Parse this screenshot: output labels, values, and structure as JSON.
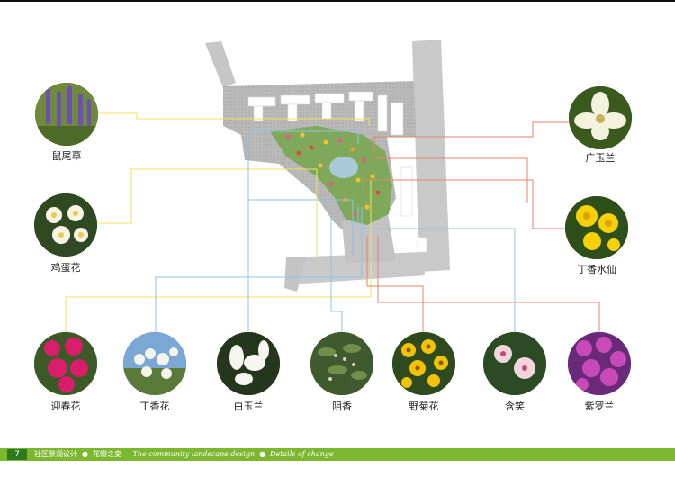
{
  "flowers": {
    "sage": {
      "label": "鼠尾草"
    },
    "plumeria": {
      "label": "鸡蛋花"
    },
    "jasmine": {
      "label": "迎春花"
    },
    "lilac": {
      "label": "丁香花"
    },
    "yulan": {
      "label": "白玉兰"
    },
    "yinxiang": {
      "label": "阴香"
    },
    "daisy": {
      "label": "野菊花"
    },
    "michelia": {
      "label": "含笑"
    },
    "violet": {
      "label": "紫罗兰"
    },
    "magnolia": {
      "label": "广玉兰"
    },
    "narcissus": {
      "label": "丁香水仙"
    }
  },
  "colors": {
    "yellow_leader": "#f2e25a",
    "blue_leader": "#8fc3e6",
    "red_leader": "#e8826a",
    "footer_bar": "#7cb82f"
  },
  "footer": {
    "page_number": "7",
    "text_cn1": "社区景观设计",
    "text_cn2": "花瓣之变",
    "text_en1": "The community landscape design",
    "text_en2": "Details of change",
    "bullet": "●"
  }
}
